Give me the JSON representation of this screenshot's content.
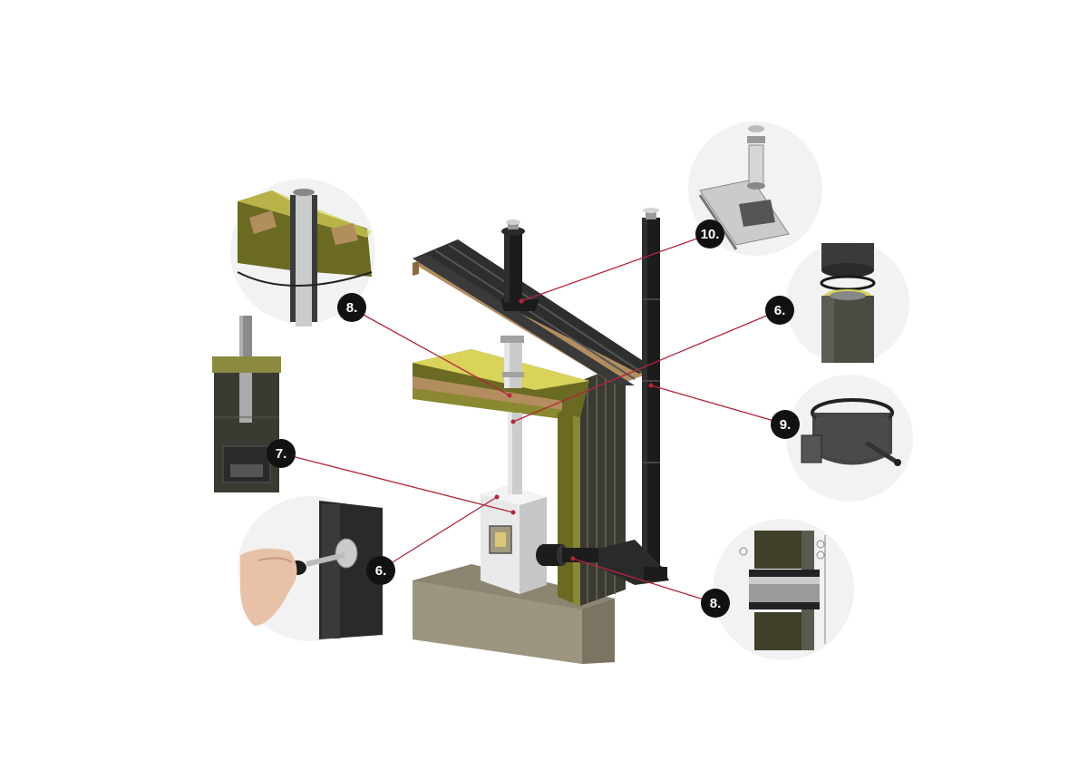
{
  "colors": {
    "leader_line": "#b3263b",
    "badge_fill": "#111111",
    "badge_text": "#ffffff",
    "inset_bg": "#f2f2f2",
    "insulation": "#6b6a22",
    "insulation_light": "#d9d35a",
    "pipe_black": "#1c1c1c",
    "pipe_steel": "#c9cbcc",
    "roof": "#2e2e2e",
    "timber": "#b28d5e",
    "foundation": "#8c8572",
    "stove": "#e9e9e9"
  },
  "callouts": [
    {
      "id": "roof-flashing",
      "label": "10.",
      "icon": "roof-flashing-icon"
    },
    {
      "id": "pipe-joint",
      "label": "6.",
      "icon": "pipe-joint-icon"
    },
    {
      "id": "wall-bracket",
      "label": "9.",
      "icon": "wall-clamp-icon"
    },
    {
      "id": "ceiling-passage",
      "label": "8.",
      "icon": "ceiling-passage-icon"
    },
    {
      "id": "sauna-stove",
      "label": "7.",
      "icon": "sauna-stove-icon"
    },
    {
      "id": "flue-damper",
      "label": "6.",
      "icon": "damper-handle-icon"
    },
    {
      "id": "wall-passage",
      "label": "8.",
      "icon": "wall-passage-icon"
    }
  ]
}
